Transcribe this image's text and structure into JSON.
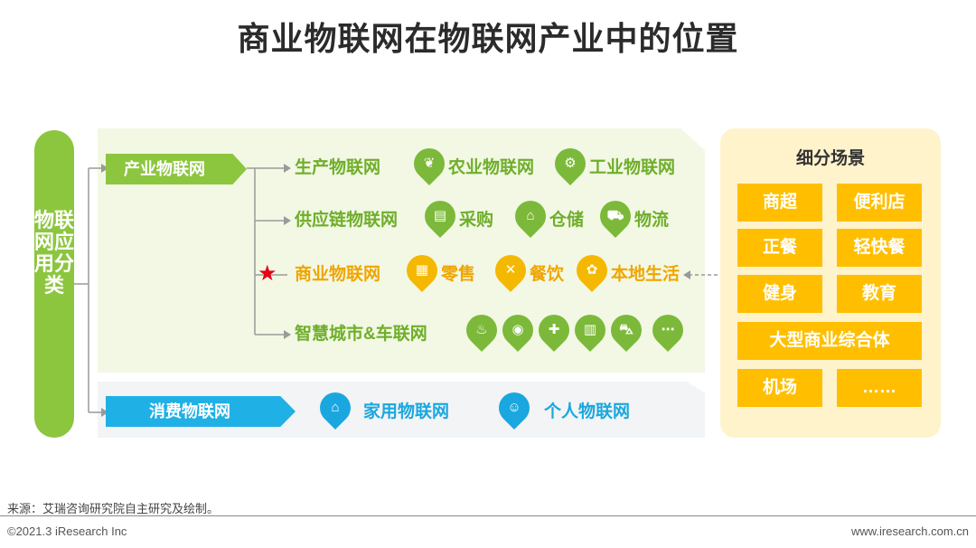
{
  "title": "商业物联网在物联网产业中的位置",
  "left_bar": "物联网应用分类",
  "industrial_iot": {
    "label": "产业物联网",
    "branches": [
      {
        "label": "生产物联网",
        "items": [
          {
            "label": "农业物联网",
            "icon": "leaf-icon"
          },
          {
            "label": "工业物联网",
            "icon": "gear-icon"
          }
        ]
      },
      {
        "label": "供应链物联网",
        "items": [
          {
            "label": "采购",
            "icon": "document-icon"
          },
          {
            "label": "仓储",
            "icon": "warehouse-icon"
          },
          {
            "label": "物流",
            "icon": "truck-icon"
          }
        ]
      },
      {
        "label": "商业物联网",
        "items": [
          {
            "label": "零售",
            "icon": "storefront-icon"
          },
          {
            "label": "餐饮",
            "icon": "utensils-icon"
          },
          {
            "label": "本地生活",
            "icon": "grid-icon"
          }
        ]
      },
      {
        "label": "智慧城市&车联网",
        "icons": [
          "fire-icon",
          "camera-icon",
          "medical-cross-icon",
          "building-icon",
          "car-icon",
          "more-icon"
        ]
      }
    ]
  },
  "consumer_iot": {
    "label": "消费物联网",
    "items": [
      {
        "label": "家用物联网",
        "icon": "home-icon"
      },
      {
        "label": "个人物联网",
        "icon": "person-icon"
      }
    ]
  },
  "scenarios": {
    "title": "细分场景",
    "items": [
      "商超",
      "便利店",
      "正餐",
      "轻快餐",
      "健身",
      "教育",
      "大型商业综合体",
      "机场",
      "……"
    ]
  },
  "footer": {
    "source": "来源：艾瑞咨询研究院自主研究及绘制。",
    "copyright": "©2021.3 iResearch Inc",
    "url": "www.iresearch.com.cn"
  },
  "colors": {
    "green": "#8cc63f",
    "orange": "#f5b800",
    "blue": "#1aa7df",
    "highlight_star": "#e60012"
  }
}
